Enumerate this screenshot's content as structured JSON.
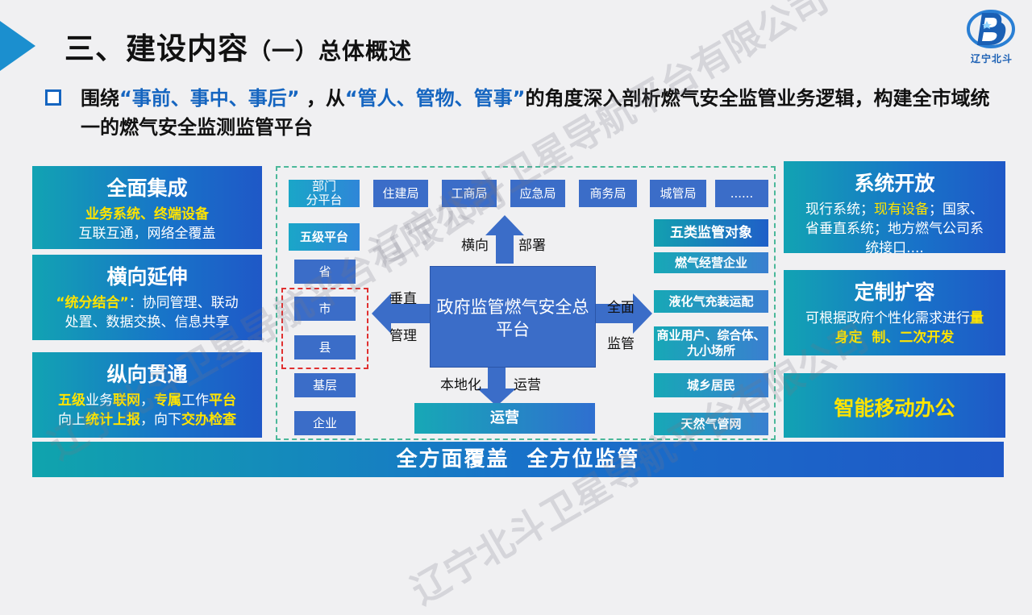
{
  "header": {
    "title_main": "三、建设内容",
    "title_sub": "（一）总体概述",
    "logo_text": "辽宁北斗"
  },
  "headline": {
    "p1": "围绕",
    "q1": "“事前、事中、事后”",
    "p2": "，从",
    "q2": "“管人、管物、管事”",
    "p3": "的角度深入剖析燃气安全监管业务逻辑，构建全市域统一的燃气安全监测监管平台"
  },
  "left_panels": [
    {
      "title": "全面集成",
      "hl": "业务系统、终端设备",
      "body": "互联互通，网络全覆盖"
    },
    {
      "title": "横向延伸",
      "hl": "“统分结合”",
      "body_a": "：协同管理、联动",
      "body_b": "处置、数据交换、信息共享"
    },
    {
      "title": "纵向贯通",
      "l1_a": "五级",
      "l1_b": "业务",
      "l1_c": "联网",
      "l1_d": "，",
      "l1_e": "专属",
      "l1_f": "工作",
      "l1_g": "平台",
      "l2_a": "向上",
      "l2_b": "统计上报",
      "l2_c": "，向下",
      "l2_d": "交办检查"
    }
  ],
  "right_panels": [
    {
      "title": "系统开放",
      "b1": "现行系统；",
      "b2": "现有设备",
      "b3": "；国家、",
      "b4": "省垂直系统；地方燃气公司系",
      "b5": "统接口...."
    },
    {
      "title": "定制扩容",
      "b1": "可根据政府个性化需求进行",
      "b2": "量",
      "b3": "身定  制、二次开发"
    },
    {
      "title": "智能移动办公"
    }
  ],
  "diagram": {
    "dept_platform": "部门\n分平台",
    "departments": [
      "住建局",
      "工商局",
      "应急局",
      "商务局",
      "城管局",
      "......"
    ],
    "five_level": "五级平台",
    "levels": [
      "省",
      "市",
      "县",
      "基层",
      "企业"
    ],
    "center": "政府监管燃气安全总平台",
    "arrow_up_left": "横向",
    "arrow_up_right": "部署",
    "arrow_left_top": "垂直",
    "arrow_left_bottom": "管理",
    "arrow_right_top": "全面",
    "arrow_right_bottom": "监管",
    "arrow_down_left": "本地化",
    "arrow_down_right": "运营",
    "ops": "运营",
    "objects_title": "五类监管对象",
    "objects": [
      "燃气经营企业",
      "液化气充装运配",
      "商业用户、综合体、九小场所",
      "城乡居民",
      "天然气管网"
    ]
  },
  "bottom": "全方面覆盖  全方位监管",
  "watermark": "辽宁北斗卫星导航平台有限公司",
  "colors": {
    "accent": "#1565c0",
    "highlight": "#ffe300",
    "panel_start": "#12a3b3",
    "panel_end": "#1f58c7",
    "node": "#3b6dc8"
  }
}
